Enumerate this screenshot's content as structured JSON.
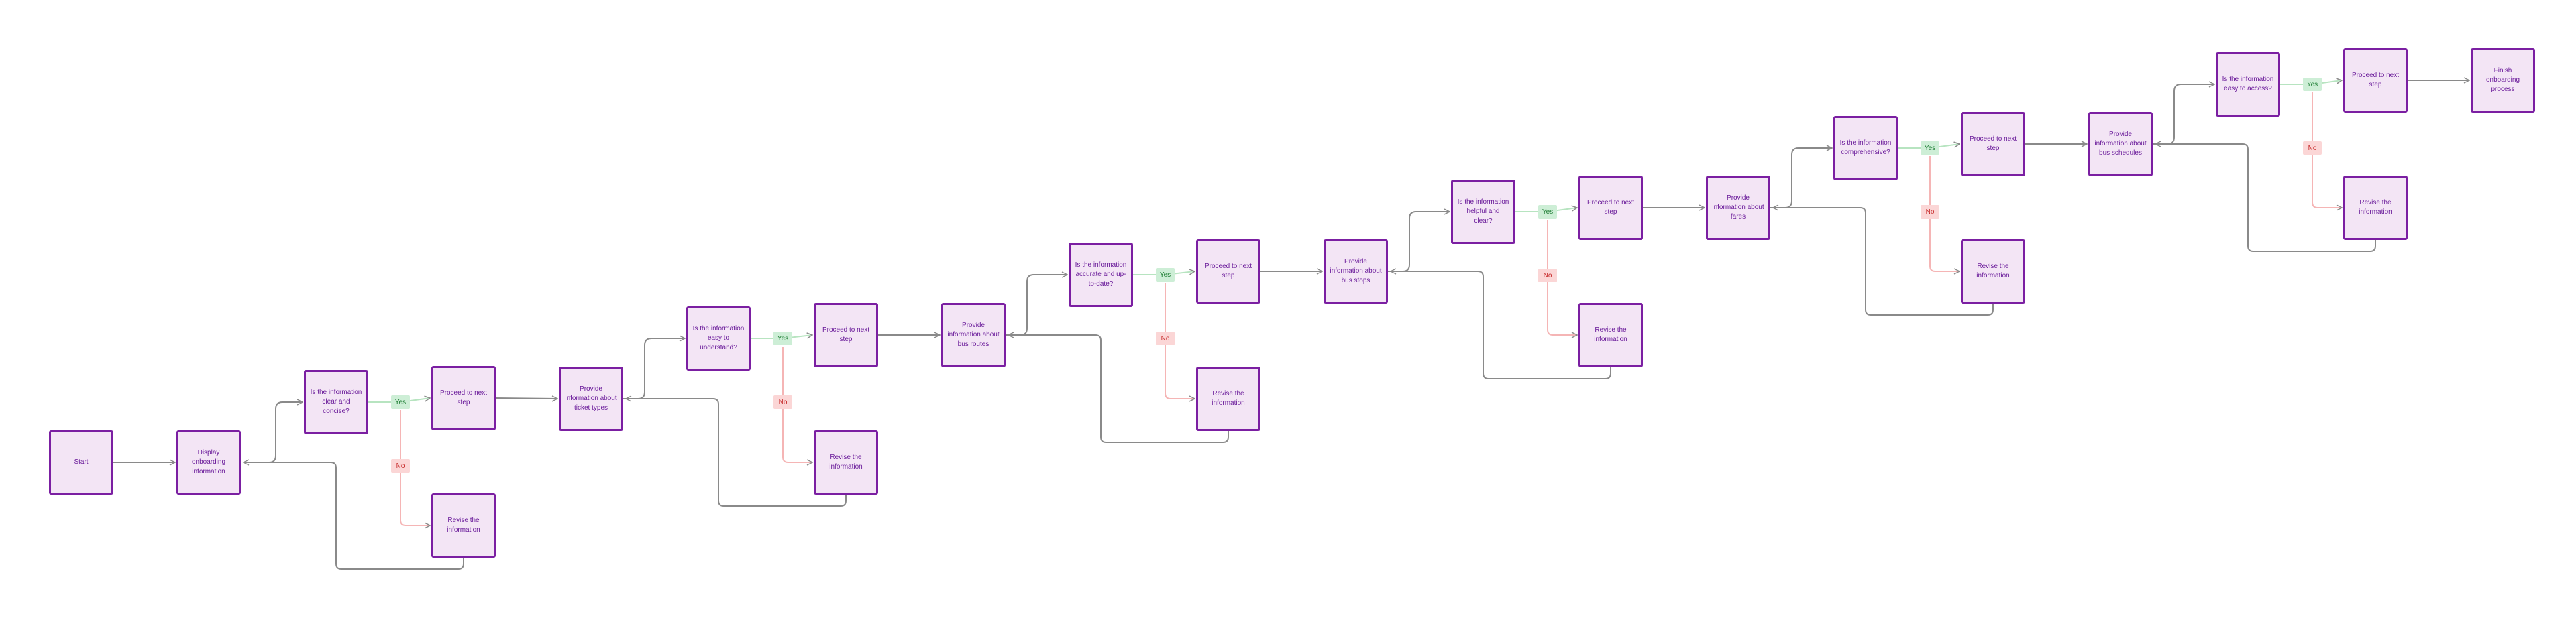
{
  "diagram": {
    "type": "flowchart",
    "nodes": {
      "n0": "Start",
      "n1": "Display onboarding information",
      "n2": "Is the information clear and concise?",
      "n3": "Proceed to next step",
      "n4": "Revise the information",
      "n5": "Provide information about ticket types",
      "n6": "Is the information easy to understand?",
      "n7": "Proceed to next step",
      "n8": "Revise the information",
      "n9": "Provide information about bus routes",
      "n10": "Is the information accurate and up-to-date?",
      "n11": "Proceed to next step",
      "n12": "Revise the information",
      "n13": "Provide information about bus stops",
      "n14": "Is the information helpful and clear?",
      "n15": "Proceed to next step",
      "n16": "Revise the information",
      "n17": "Provide information about fares",
      "n18": "Is the information comprehensive?",
      "n19": "Proceed to next step",
      "n20": "Revise the information",
      "n21": "Provide information about bus schedules",
      "n22": "Is the information easy to access?",
      "n23": "Proceed to next step",
      "n24": "Revise the information",
      "n25": "Finish onboarding process"
    },
    "edge_labels": {
      "yes": "Yes",
      "no": "No"
    },
    "colors": {
      "node_fill": "#f3e5f5",
      "node_border": "#7b1fa2",
      "node_text": "#6a1b9a",
      "edge": "#8a8a8a",
      "yes_edge": "#b7e4c0",
      "no_edge": "#f5b5b5",
      "yes_label_bg": "#cdeed6",
      "no_label_bg": "#fbd6d6"
    }
  }
}
